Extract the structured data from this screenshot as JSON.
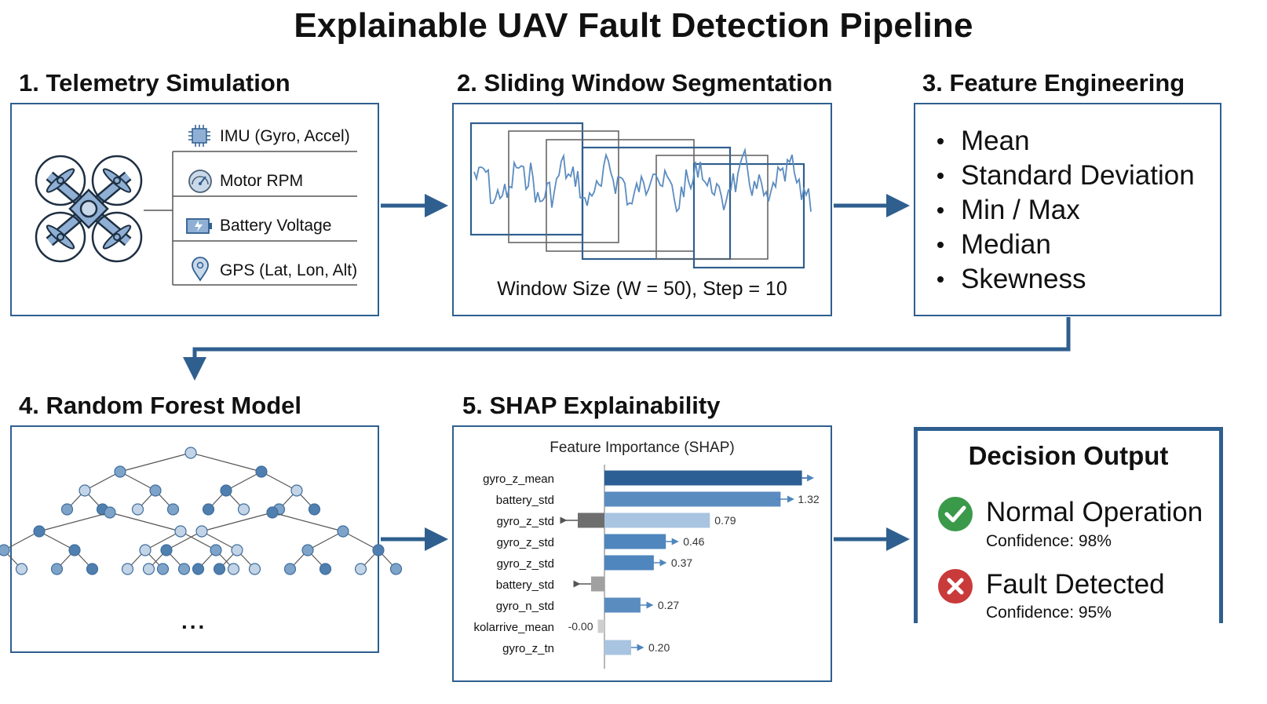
{
  "title": "Explainable UAV Fault Detection Pipeline",
  "stages": {
    "telemetry": {
      "heading": "1. Telemetry Simulation",
      "sensors": [
        {
          "label": "IMU (Gyro, Accel)",
          "icon": "chip-icon"
        },
        {
          "label": "Motor RPM",
          "icon": "gauge-icon"
        },
        {
          "label": "Battery Voltage",
          "icon": "battery-icon"
        },
        {
          "label": "GPS (Lat, Lon, Alt)",
          "icon": "location-pin-icon"
        }
      ]
    },
    "windowing": {
      "heading": "2. Sliding Window Segmentation",
      "caption": "Window Size (W = 50), Step = 10"
    },
    "features": {
      "heading": "3. Feature Engineering",
      "items": [
        "Mean",
        "Standard Deviation",
        "Min / Max",
        "Median",
        "Skewness"
      ]
    },
    "model": {
      "heading": "4. Random Forest Model",
      "ellipsis": "..."
    },
    "shap": {
      "heading": "5. SHAP Explainability",
      "chart_title": "Feature Importance (SHAP)"
    },
    "decision": {
      "heading": "Decision Output",
      "outcomes": [
        {
          "label": "Normal Operation",
          "confidence": "Confidence: 98%",
          "icon": "check-circle-icon",
          "color": "#3a9a4a"
        },
        {
          "label": "Fault Detected",
          "confidence": "Confidence: 95%",
          "icon": "x-circle-icon",
          "color": "#c93a3a"
        }
      ]
    }
  },
  "colors": {
    "accent": "#2f5f8f",
    "node_light": "#c3d4e6",
    "node_mid": "#7ea3c9",
    "node_dark": "#4f7fae"
  },
  "chart_data": {
    "type": "bar",
    "title": "Feature Importance (SHAP)",
    "categories": [
      "gyro_z_mean",
      "battery_std",
      "gyro_z_std",
      "gyro_z_std",
      "gyro_z_std",
      "battery_std",
      "gyro_n_std",
      "kolarrive_mean",
      "gyro_z_tn"
    ],
    "values": [
      1.48,
      1.32,
      0.79,
      0.46,
      0.37,
      -0.1,
      0.27,
      -0.0,
      0.2
    ],
    "value_labels": [
      "",
      "1.32",
      "0.79",
      "0.46",
      "0.37",
      "",
      "0.27",
      "-0.00",
      "0.20"
    ],
    "neg_contrib": [
      0,
      0,
      -0.2,
      0,
      0,
      -0.1,
      0,
      -0.05,
      0
    ],
    "bar_colors": [
      "#2c5f93",
      "#5b8cc0",
      "#a9c4e0",
      "#4f86bd",
      "#4f86bd",
      "#b5b5b5",
      "#5b8cc0",
      "#cfcfcf",
      "#a9c4e0"
    ],
    "neg_colors": [
      "",
      "",
      "#6e6e6e",
      "",
      "",
      "#a0a0a0",
      "",
      "#cfcfcf",
      ""
    ],
    "xlim": [
      -0.2,
      1.6
    ]
  }
}
